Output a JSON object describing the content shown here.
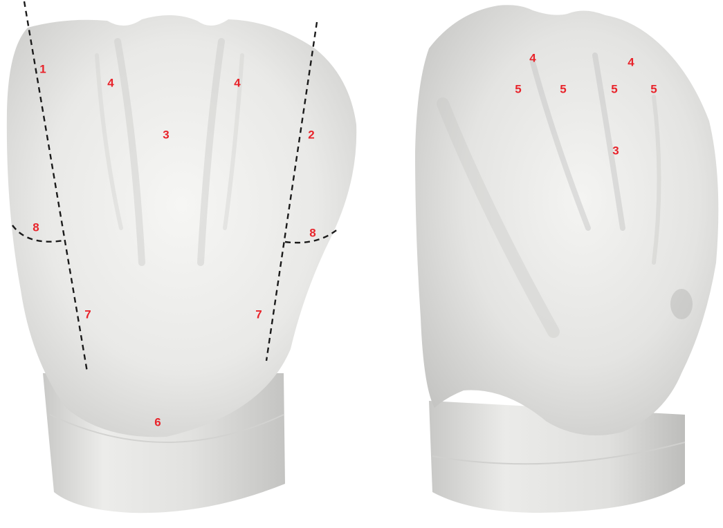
{
  "colors": {
    "label": "#e8232a",
    "guide_line": "#1a1a1a",
    "tooth_light": "#f4f4f2",
    "tooth_mid": "#dcdcda",
    "tooth_shadow": "#b9b9b7",
    "background": "#ffffff"
  },
  "left_view": {
    "labels": {
      "l1": "1",
      "l2": "2",
      "l3": "3",
      "l4a": "4",
      "l4b": "4",
      "l6": "6",
      "l7a": "7",
      "l7b": "7",
      "l8a": "8",
      "l8b": "8"
    }
  },
  "right_view": {
    "labels": {
      "r3": "3",
      "r4a": "4",
      "r4b": "4",
      "r5a": "5",
      "r5b": "5",
      "r5c": "5",
      "r5d": "5"
    }
  }
}
